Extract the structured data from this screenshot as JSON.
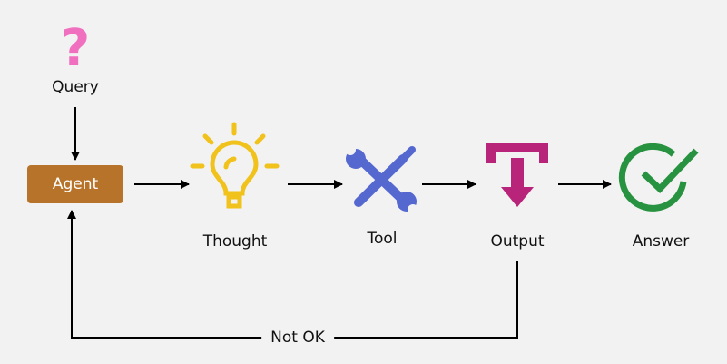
{
  "nodes": {
    "query": {
      "label": "Query",
      "icon": "question-mark-icon",
      "color": "#f06fbf"
    },
    "agent": {
      "label": "Agent",
      "color": "#b8732b"
    },
    "thought": {
      "label": "Thought",
      "icon": "lightbulb-icon",
      "color": "#f0c21b"
    },
    "tool": {
      "label": "Tool",
      "icon": "wrench-screwdriver-icon",
      "color": "#5468d0"
    },
    "output": {
      "label": "Output",
      "icon": "download-arrow-icon",
      "color": "#b82479"
    },
    "answer": {
      "label": "Answer",
      "icon": "check-circle-icon",
      "color": "#27923f"
    }
  },
  "edges": {
    "loop_label": "Not OK"
  }
}
